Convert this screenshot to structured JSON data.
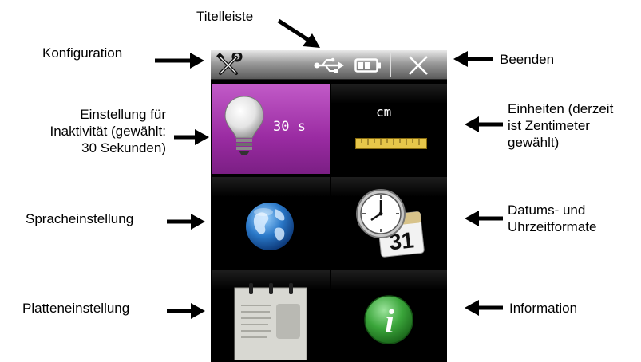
{
  "callouts": {
    "titlebar": "Titelleiste",
    "configuration": "Konfiguration",
    "exit": "Beenden",
    "inactivity": [
      "Einstellung für",
      "Inaktivität (gewählt:",
      "30 Sekunden)"
    ],
    "units": [
      "Einheiten (derzeit",
      "ist Zentimeter",
      "gewählt)"
    ],
    "language": "Spracheinstellung",
    "datetime": [
      "Datums- und",
      "Uhrzeitformate"
    ],
    "plate": "Platteneinstellung",
    "information": "Information"
  },
  "titlebar": {
    "left_icon": "tools-icon",
    "status_icons": [
      "usb-icon",
      "battery-icon"
    ],
    "right_icon": "close-icon"
  },
  "tiles": [
    {
      "id": "inactivity",
      "icon": "lightbulb-icon",
      "value": "30 s",
      "selected": true
    },
    {
      "id": "units",
      "icon": "ruler-icon",
      "value": "cm",
      "selected": false
    },
    {
      "id": "language",
      "icon": "globe-icon",
      "selected": false
    },
    {
      "id": "datetime",
      "icon": "clock-calendar-icon",
      "calendar_day": "31",
      "selected": false
    },
    {
      "id": "plate",
      "icon": "notepad-icon",
      "selected": false
    },
    {
      "id": "information",
      "icon": "info-icon",
      "info_glyph": "i",
      "selected": false
    }
  ],
  "colors": {
    "selected_tile": "#9a2ba2",
    "tile_background": "#000000",
    "info_green": "#3aa53a",
    "globe_blue": "#2a78c8"
  }
}
